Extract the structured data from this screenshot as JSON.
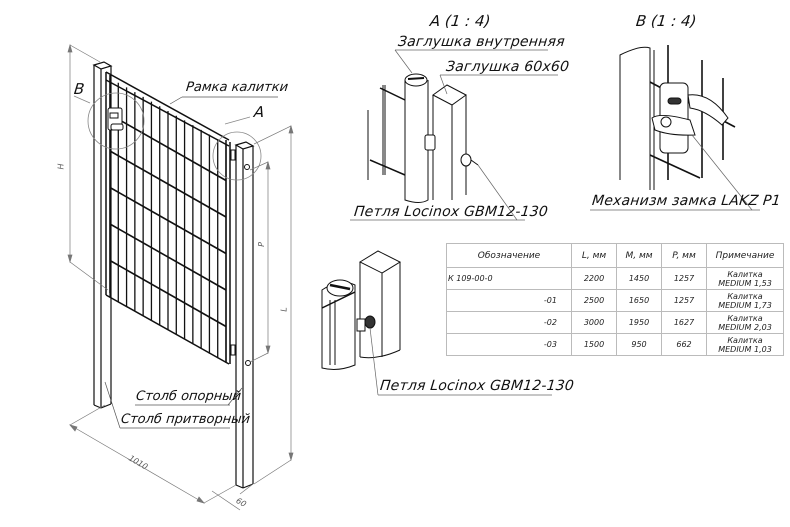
{
  "drawing": {
    "labels": {
      "view_a_title": "A (1 : 4)",
      "view_b_title": "B (1 : 4)",
      "plug_inner": "Заглушка внутренняя",
      "plug_60": "Заглушка 60x60",
      "hinge_top": "Петля Locinox GBM12-130",
      "hinge_bottom": "Петля Locinox GBM12-130",
      "lock": "Механизм замка LAKZ P1",
      "gate_frame": "Рамка калитки",
      "callout_b": "B",
      "callout_a": "A",
      "post_support": "Столб опорный",
      "post_latch": "Столб притворный"
    },
    "dimensions": {
      "height_h": "H",
      "height_p": "P",
      "length_l": "L",
      "width": "1010",
      "post_size": "60"
    }
  },
  "spec_table": {
    "headers": [
      "Обозначение",
      "L, мм",
      "M, мм",
      "P, мм",
      "Примечание"
    ],
    "rows": [
      {
        "designation": "К 109-00-0",
        "L": "2200",
        "M": "1450",
        "P": "1257",
        "note": "Калитка MEDIUM 1,53"
      },
      {
        "designation": "-01",
        "L": "2500",
        "M": "1650",
        "P": "1257",
        "note": "Калитка MEDIUM 1,73"
      },
      {
        "designation": "-02",
        "L": "3000",
        "M": "1950",
        "P": "1627",
        "note": "Калитка MEDIUM 2,03"
      },
      {
        "designation": "-03",
        "L": "1500",
        "M": "950",
        "P": "662",
        "note": "Калитка MEDIUM 1,03"
      }
    ]
  }
}
